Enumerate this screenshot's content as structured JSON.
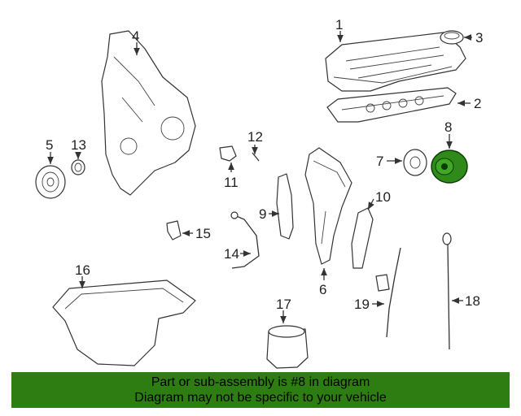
{
  "callouts": [
    "1",
    "2",
    "3",
    "4",
    "5",
    "6",
    "7",
    "8",
    "9",
    "10",
    "11",
    "12",
    "13",
    "14",
    "15",
    "16",
    "17",
    "18",
    "19"
  ],
  "highlight_part": "8",
  "highlight_color": "#2f8a1a",
  "banner": {
    "line1": "Part or sub-assembly is #8 in diagram",
    "line2": "Diagram may not be specific to your vehicle",
    "background": "#2d7d12"
  }
}
